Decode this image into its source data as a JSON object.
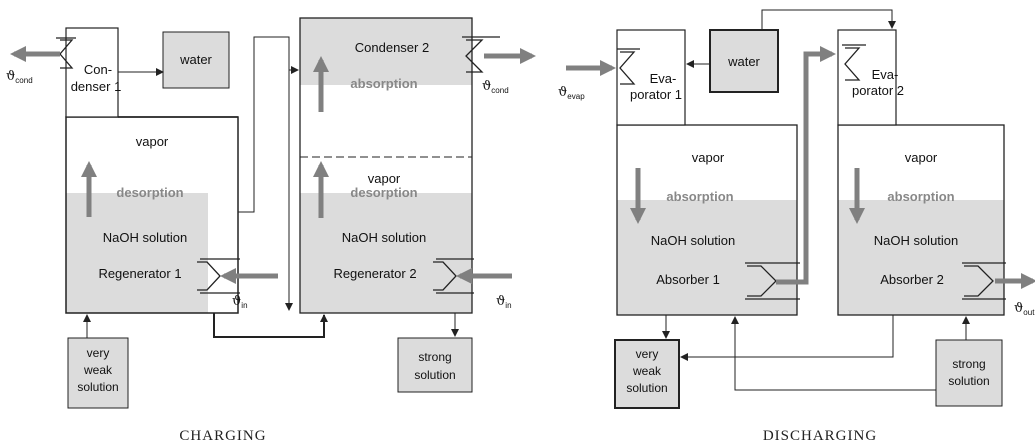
{
  "colors": {
    "fill": "#dcdcdc",
    "arrow": "#808080",
    "line": "#222222"
  },
  "charging": {
    "caption": "CHARGING",
    "condenser1": [
      "Con-",
      "denser 1"
    ],
    "water": "water",
    "condenser2": "Condenser 2",
    "absorption": "absorption",
    "vapor1": "vapor",
    "vapor2": "vapor",
    "desorption1": "desorption",
    "desorption2": "desorption",
    "naoh1": "NaOH solution",
    "naoh2": "NaOH solution",
    "regenerator1": "Regenerator 1",
    "regenerator2": "Regenerator 2",
    "very_weak": [
      "very",
      "weak",
      "solution"
    ],
    "strong": [
      "strong",
      "solution"
    ],
    "theta_cond_1": {
      "sym": "ϑ",
      "sub": "cond"
    },
    "theta_cond_2": {
      "sym": "ϑ",
      "sub": "cond"
    },
    "theta_in_1": {
      "sym": "ϑ",
      "sub": "in"
    },
    "theta_in_2": {
      "sym": "ϑ",
      "sub": "in"
    }
  },
  "discharging": {
    "caption": "DISCHARGING",
    "evaporator1": [
      "Eva-",
      "porator 1"
    ],
    "evaporator2": [
      "Eva-",
      "porator 2"
    ],
    "water": "water",
    "vapor1": "vapor",
    "vapor2": "vapor",
    "absorption1": "absorption",
    "absorption2": "absorption",
    "naoh1": "NaOH solution",
    "naoh2": "NaOH solution",
    "absorber1": "Absorber 1",
    "absorber2": "Absorber 2",
    "very_weak": [
      "very",
      "weak",
      "solution"
    ],
    "strong": [
      "strong",
      "solution"
    ],
    "theta_evap": {
      "sym": "ϑ",
      "sub": "evap"
    },
    "theta_out": {
      "sym": "ϑ",
      "sub": "out"
    }
  }
}
